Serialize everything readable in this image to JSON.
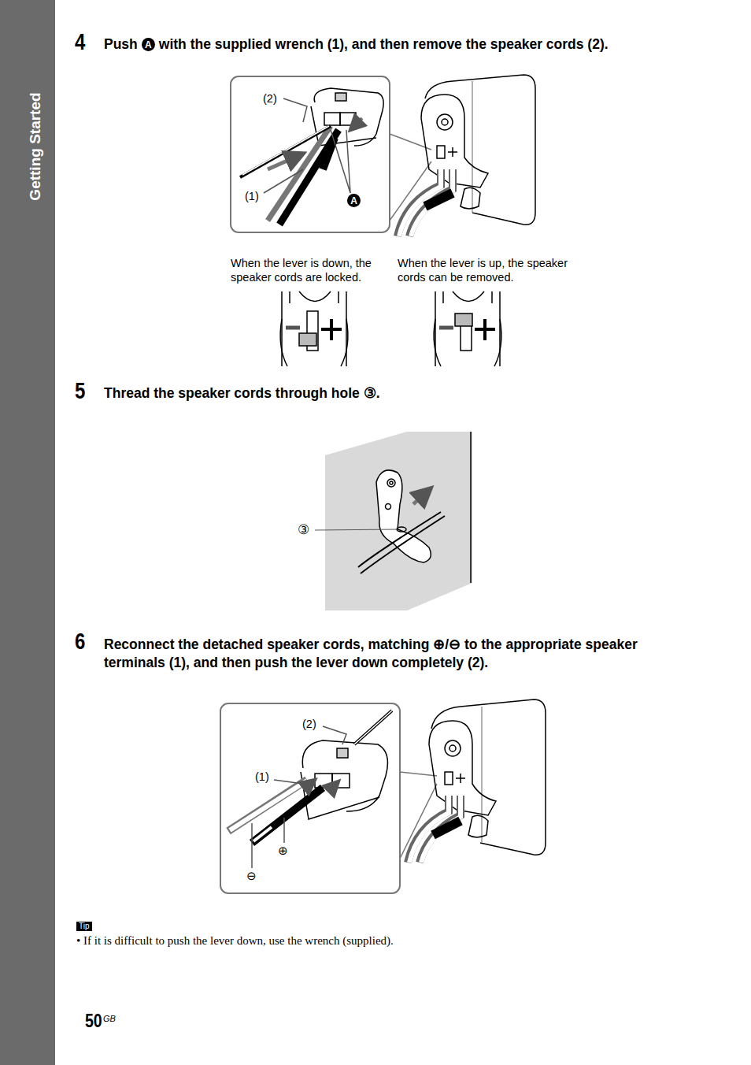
{
  "diagram": {
    "nodes": [
      {
        "text": [
          "Getting Started"
        ]
      },
      {
        "text": [
          "Tip"
        ]
      }
    ],
    "labels": [
      "4",
      "Push",
      "A",
      "with the supplied wrench (1), and then remove the speaker cords (2).",
      "(2)",
      "(1)",
      "A",
      "When the lever is down, the speaker cords are locked.",
      "When the lever is up, the speaker cords can be removed.",
      "5",
      "Thread the speaker cords through hole ③.",
      "③",
      "6",
      "Reconnect the detached speaker cords, matching ⊕/⊖ to the appropriate speaker terminals (1), and then push the lever down completely (2).",
      "(2)",
      "(1)",
      "⊕",
      "⊖",
      "• If it is difficult to push the lever down, use the wrench (supplied).",
      "50",
      "GB"
    ]
  }
}
